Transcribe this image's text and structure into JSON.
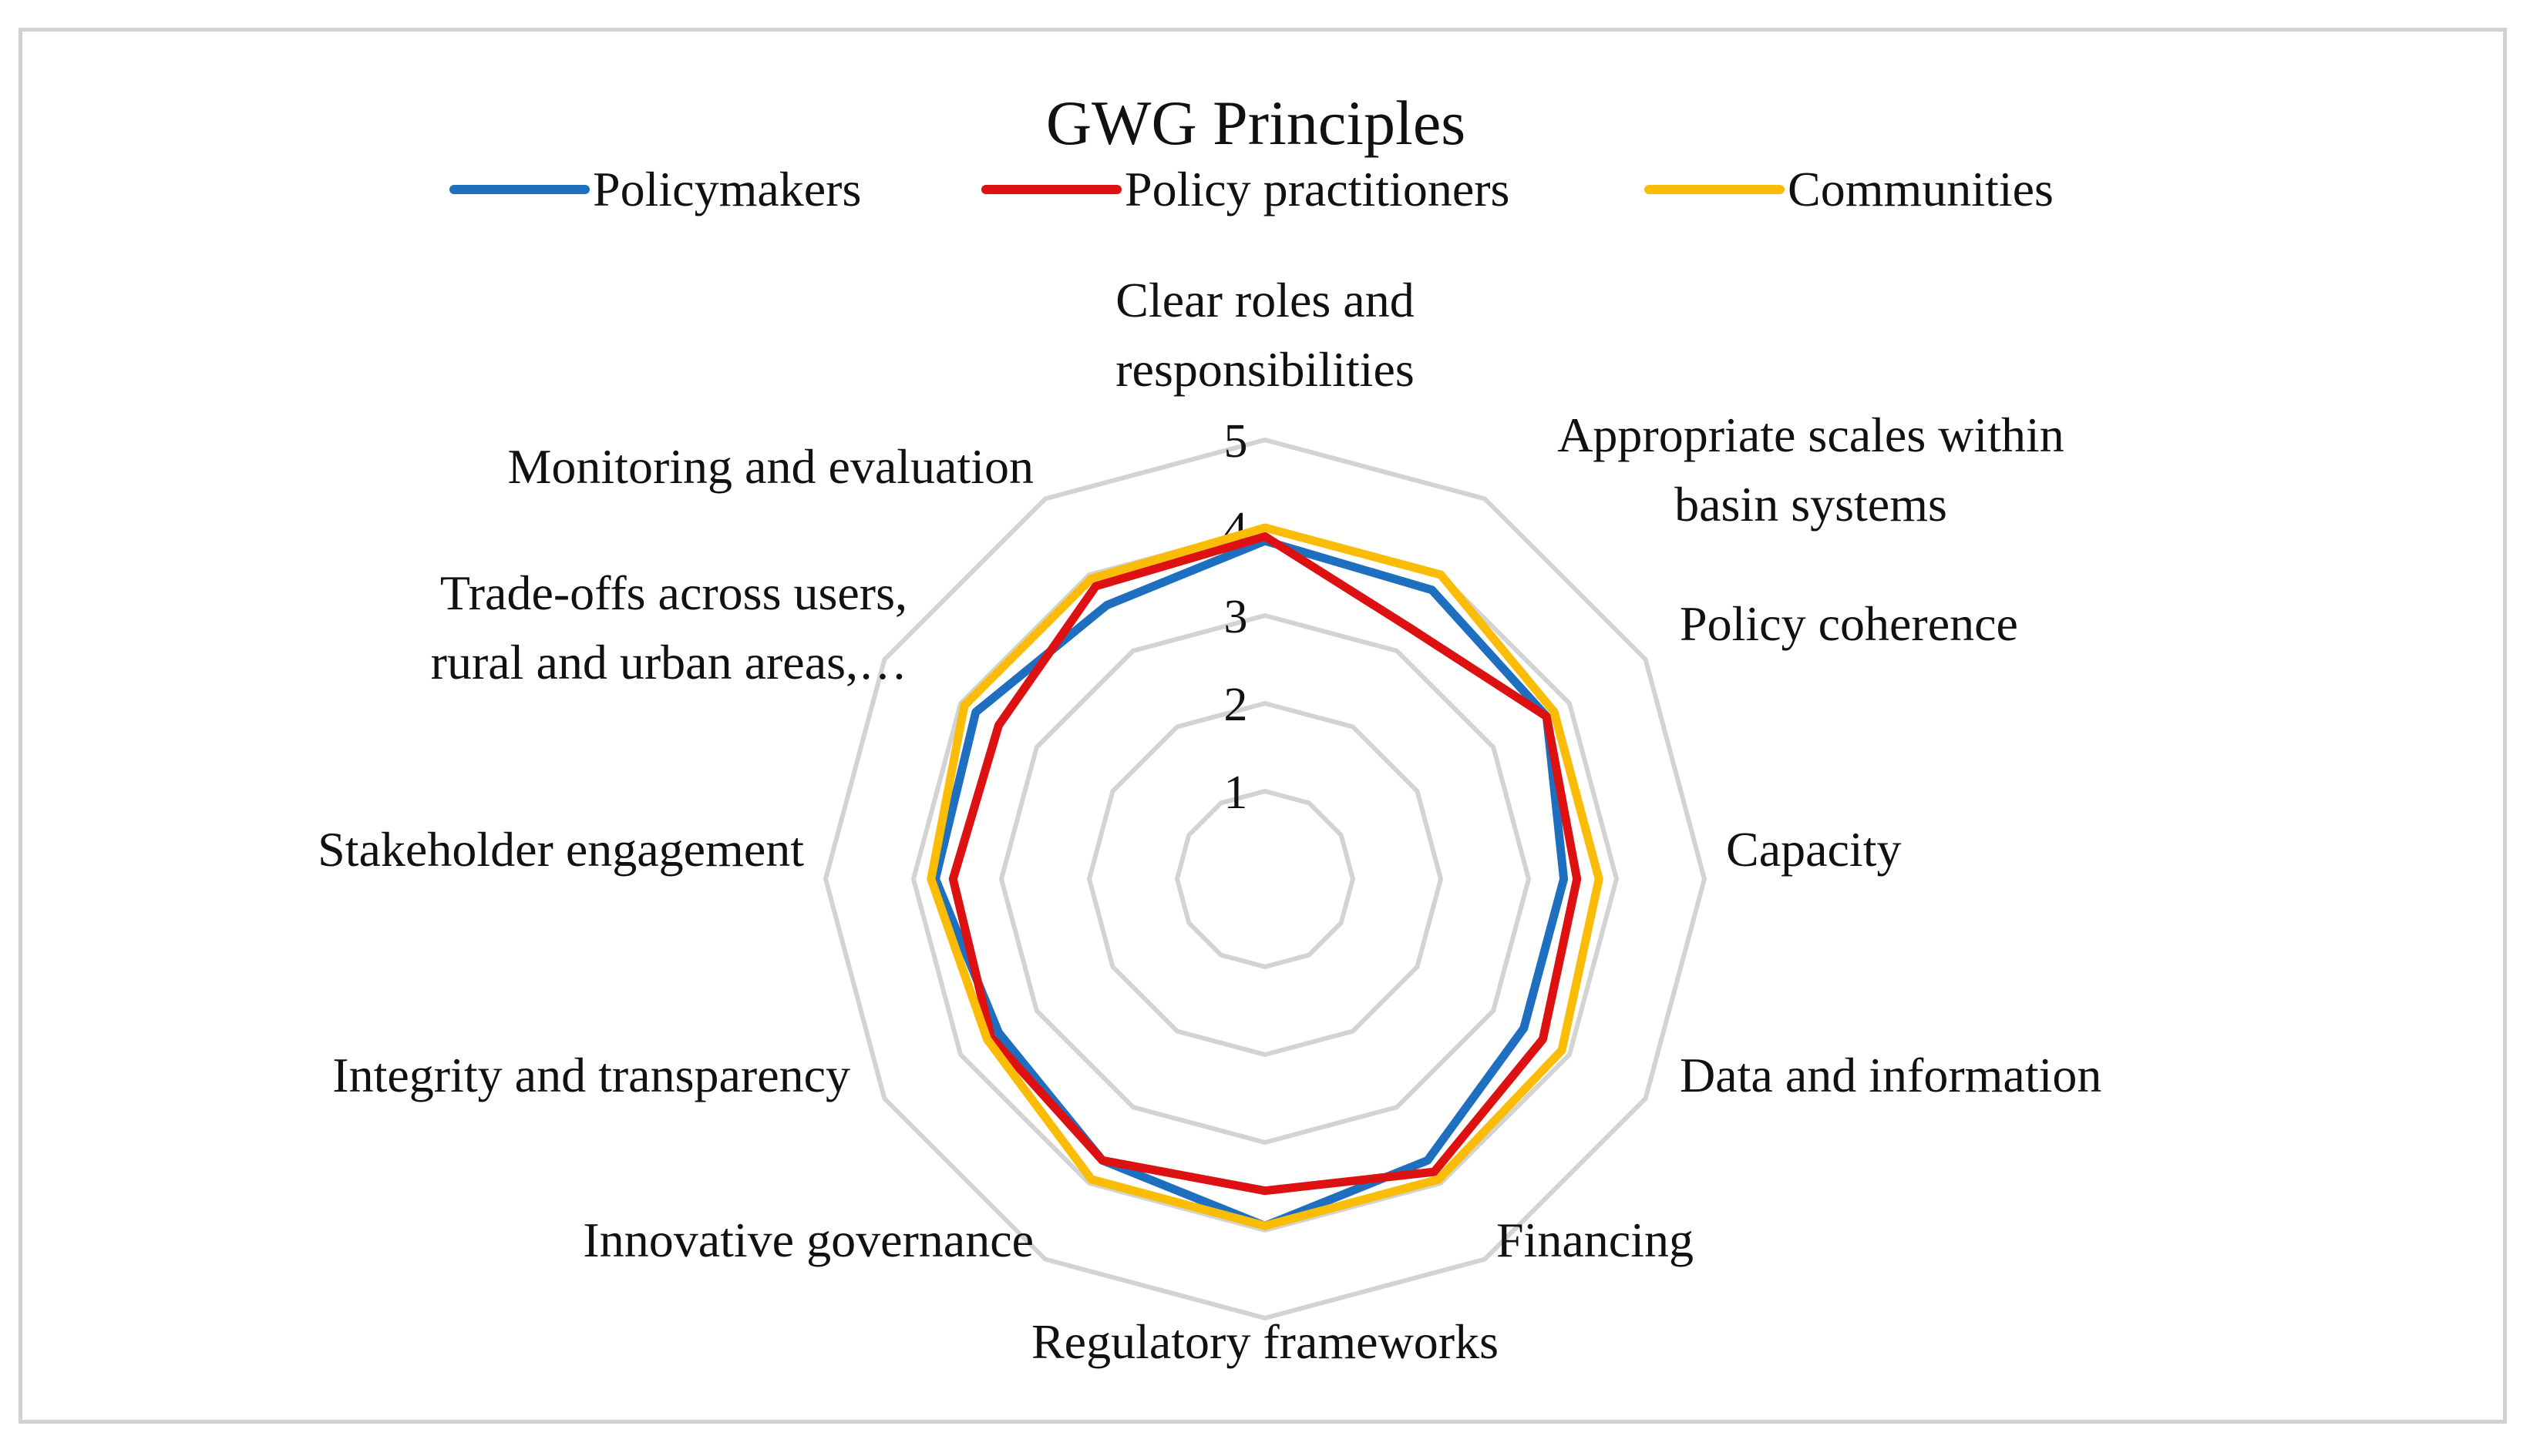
{
  "chart_data": {
    "type": "radar",
    "title": "GWG Principles",
    "axes": [
      [
        "Clear roles and",
        "responsibilities"
      ],
      [
        "Appropriate scales within",
        "basin systems"
      ],
      [
        "Policy coherence"
      ],
      [
        "Capacity"
      ],
      [
        "Data and information"
      ],
      [
        "Financing"
      ],
      [
        "Regulatory frameworks"
      ],
      [
        "Innovative governance"
      ],
      [
        "Integrity and transparency"
      ],
      [
        "Stakeholder engagement"
      ],
      [
        "Trade-offs across users,",
        "rural and urban areas,…"
      ],
      [
        "Monitoring and evaluation"
      ]
    ],
    "rlim": [
      0,
      5
    ],
    "ticks": [
      "1",
      "2",
      "3",
      "4",
      "5"
    ],
    "grid": true,
    "legend_position": "top",
    "series": [
      {
        "name": "Policymakers",
        "color": "#1f6fc0",
        "values": [
          3.85,
          3.8,
          3.7,
          3.4,
          3.4,
          3.7,
          3.95,
          3.7,
          3.5,
          3.75,
          3.8,
          3.6
        ]
      },
      {
        "name": "Policy practitioners",
        "color": "#dd1111",
        "values": [
          3.9,
          3.3,
          3.7,
          3.55,
          3.65,
          3.85,
          3.55,
          3.7,
          3.6,
          3.55,
          3.5,
          3.85
        ]
      },
      {
        "name": "Communities",
        "color": "#fbbc05",
        "values": [
          4.0,
          4.0,
          3.8,
          3.8,
          3.9,
          3.95,
          3.95,
          3.95,
          3.65,
          3.8,
          3.95,
          3.95
        ]
      }
    ]
  }
}
